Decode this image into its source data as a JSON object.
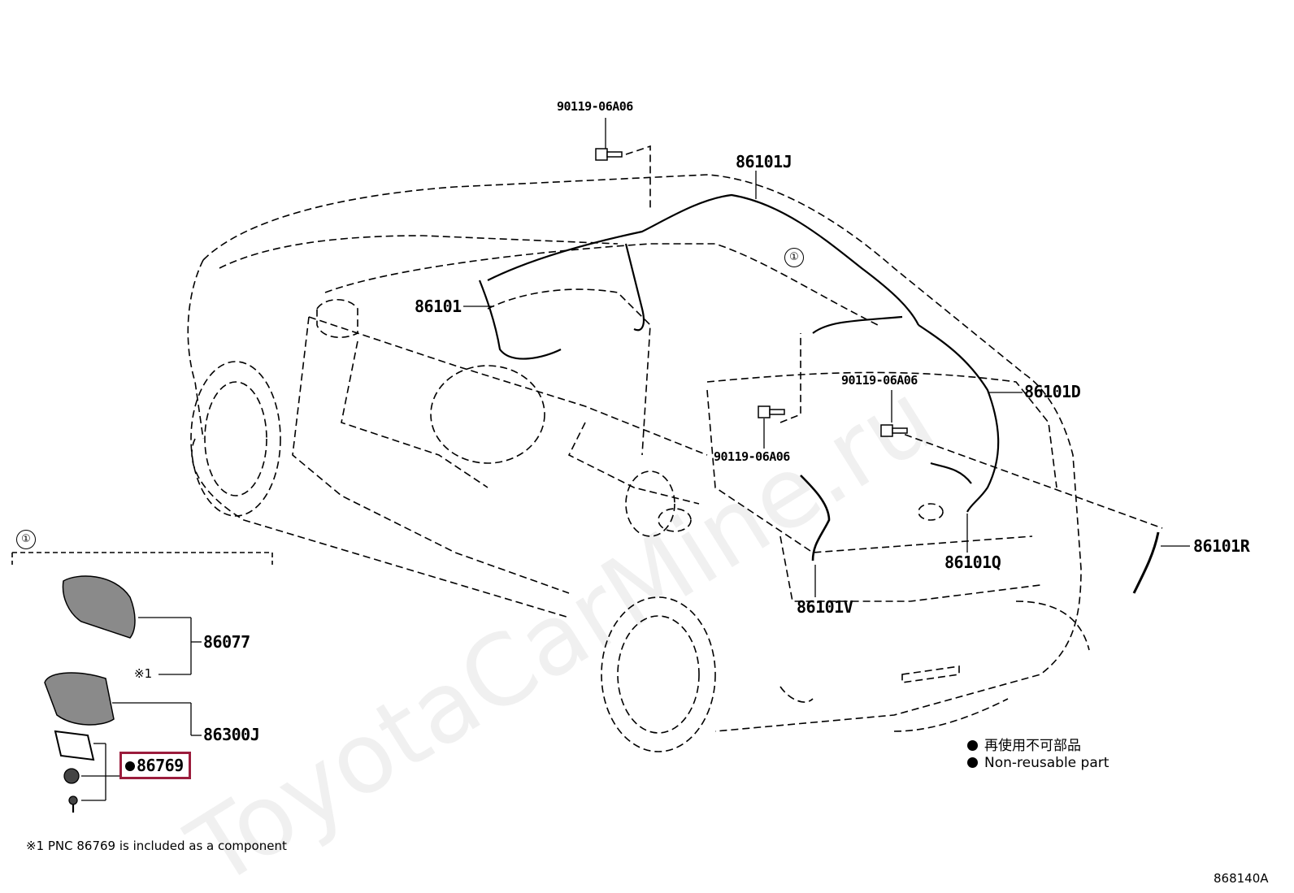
{
  "watermark": "ToyotaCarMine.ru",
  "callouts": {
    "c1_label": "①",
    "c1b_label": "①"
  },
  "parts": {
    "bolt_top": "90119-06A06",
    "bolt_right": "90119-06A06",
    "bolt_mid": "90119-06A06",
    "harness_roof": "86101J",
    "harness_main": "86101",
    "harness_d": "86101D",
    "harness_r": "86101R",
    "harness_q": "86101Q",
    "harness_v": "86101V",
    "antenna_cover": "86077",
    "antenna_assy": "86300J",
    "gasket": "86769",
    "note_ref": "※1"
  },
  "legend": {
    "jp": "再使用不可部品",
    "en": "Non-reusable part"
  },
  "footnote": "※1 PNC 86769 is included as a component",
  "diagram_code": "868140A",
  "highlight_color": "#9b1c3c"
}
